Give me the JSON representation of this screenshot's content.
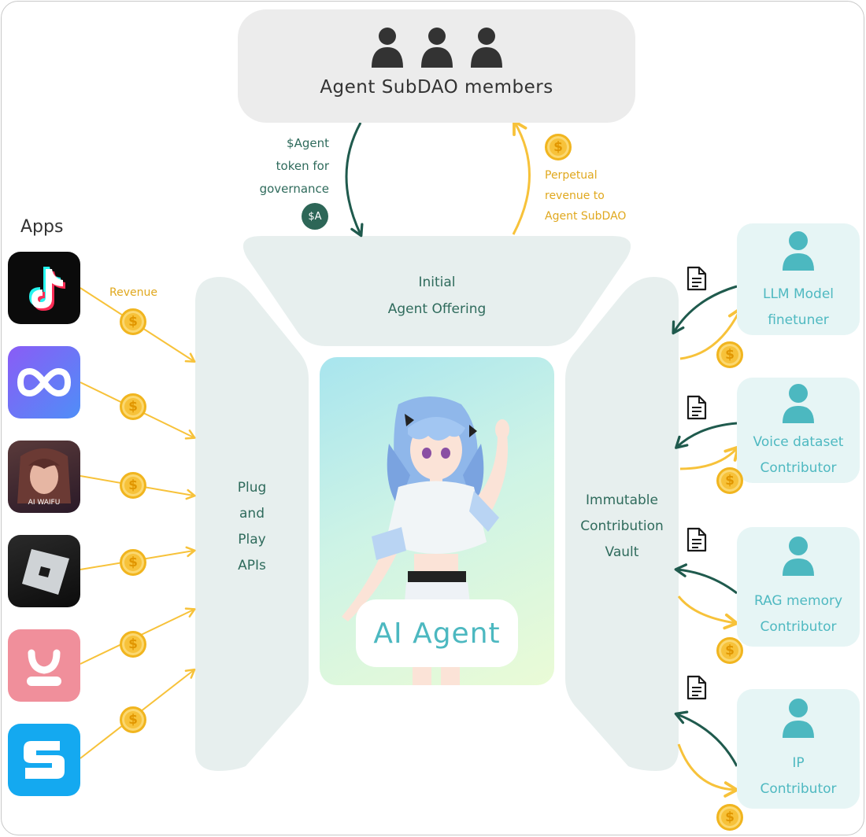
{
  "subdao": {
    "title": "Agent SubDAO members"
  },
  "apps": {
    "title": "Apps",
    "items": [
      {
        "name": "tiktok-app-icon",
        "bg": "#0b0b0b"
      },
      {
        "name": "infinity-app-icon",
        "bg": "#6b6cf3"
      },
      {
        "name": "ai-waifu-app-icon",
        "label": "AI WAIFU",
        "bg": "#3a2430"
      },
      {
        "name": "roblox-app-icon",
        "bg": "#1c1c1c"
      },
      {
        "name": "heart-chat-app-icon",
        "bg": "#ef8d99"
      },
      {
        "name": "sandbox-app-icon",
        "bg": "#13a9f0"
      }
    ]
  },
  "flows": {
    "revenue_label": "Revenue",
    "governance_lines": [
      "$Agent",
      "token for",
      "governance"
    ],
    "governance_badge": "$A",
    "revenue_up_lines": [
      "Perpetual",
      "revenue to",
      "Agent SubDAO"
    ],
    "coin_symbol": "$"
  },
  "offering": {
    "lines": [
      "Initial",
      "Agent Offering"
    ]
  },
  "apis": {
    "lines": [
      "Plug",
      "and",
      "Play",
      "APIs"
    ]
  },
  "vault": {
    "lines": [
      "Immutable",
      "Contribution",
      "Vault"
    ]
  },
  "agent": {
    "label": "AI Agent"
  },
  "contributors": [
    {
      "lines": [
        "LLM Model",
        "finetuner"
      ]
    },
    {
      "lines": [
        "Voice dataset",
        "Contributor"
      ]
    },
    {
      "lines": [
        "RAG memory",
        "Contributor"
      ]
    },
    {
      "lines": [
        "IP",
        "Contributor"
      ]
    }
  ],
  "colors": {
    "teal_dark": "#1f5a4d",
    "gold": "#f7c23a",
    "panel": "#e7efee",
    "contrib_bg": "#e6f5f5",
    "cyan": "#4fb9c1"
  }
}
